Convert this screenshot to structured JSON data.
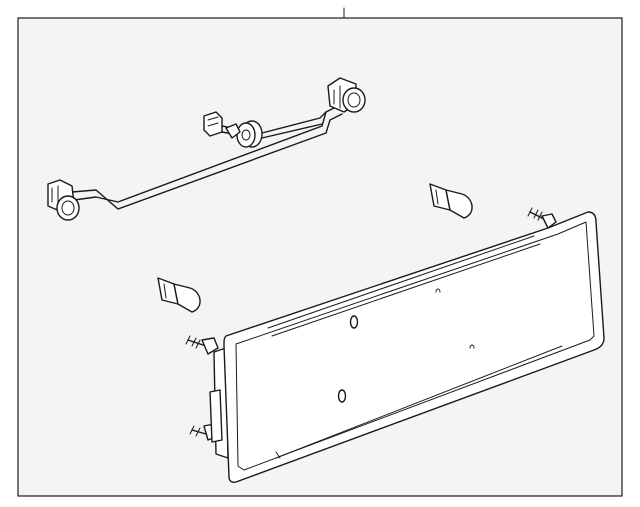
{
  "diagram": {
    "background_color": "#f4f4f4",
    "line_color": "#1a1a1a",
    "parts": [
      {
        "name": "wiring-harness",
        "kind": "harness"
      },
      {
        "name": "upper-bulb",
        "kind": "bulb"
      },
      {
        "name": "lower-bulb",
        "kind": "bulb"
      },
      {
        "name": "license-lamp-panel",
        "kind": "panel"
      },
      {
        "name": "upper-mounting-stud",
        "kind": "stud"
      },
      {
        "name": "left-mounting-studs",
        "kind": "stud"
      }
    ]
  }
}
